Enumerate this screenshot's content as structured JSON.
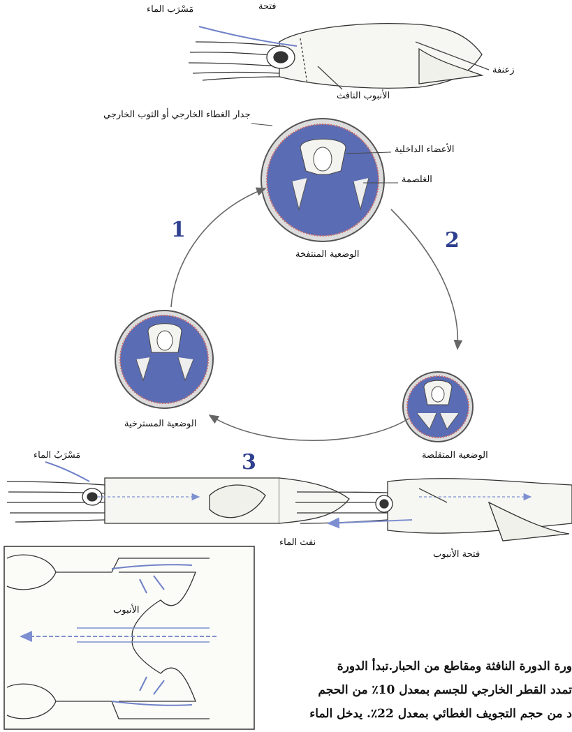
{
  "labels": {
    "water_inlet_top": "مَسْرَب الماء",
    "opening": "فتحة",
    "fin": "زعنفة",
    "jet_tube_top": "الأنبوب النافث",
    "outer_wall": "جدار الغطاء الخارجي أو الثوب الخارجي",
    "internal_organs": "الأعضاء الداخلية",
    "gills": "الغلصمة",
    "inflated_state": "الوضعية المنتفخة",
    "contracted_state": "الوضعية المتقلصة",
    "relaxed_state": "الوضعية المسترخية",
    "water_inlet_bottom": "مَسْرَبُ الماء",
    "water_jet": "نفث الماء",
    "tube_opening": "فتحة الأنبوب",
    "tube": "الأنبوب"
  },
  "steps": [
    "1",
    "2",
    "3"
  ],
  "paragraph": [
    "ورة الدورة النافثة ومقاطع من الحبار.تبدأ الدورة",
    "تمدد القطر الخارجي للجسم بمعدل 10٪ من الحجم",
    "د من حجم التجويف الغطائي بمعدل 22٪. يدخل الماء"
  ],
  "colors": {
    "section_fill": "#5a6cb4",
    "step_number": "#2e3f8f",
    "water_arrow": "#7d8fd0"
  }
}
